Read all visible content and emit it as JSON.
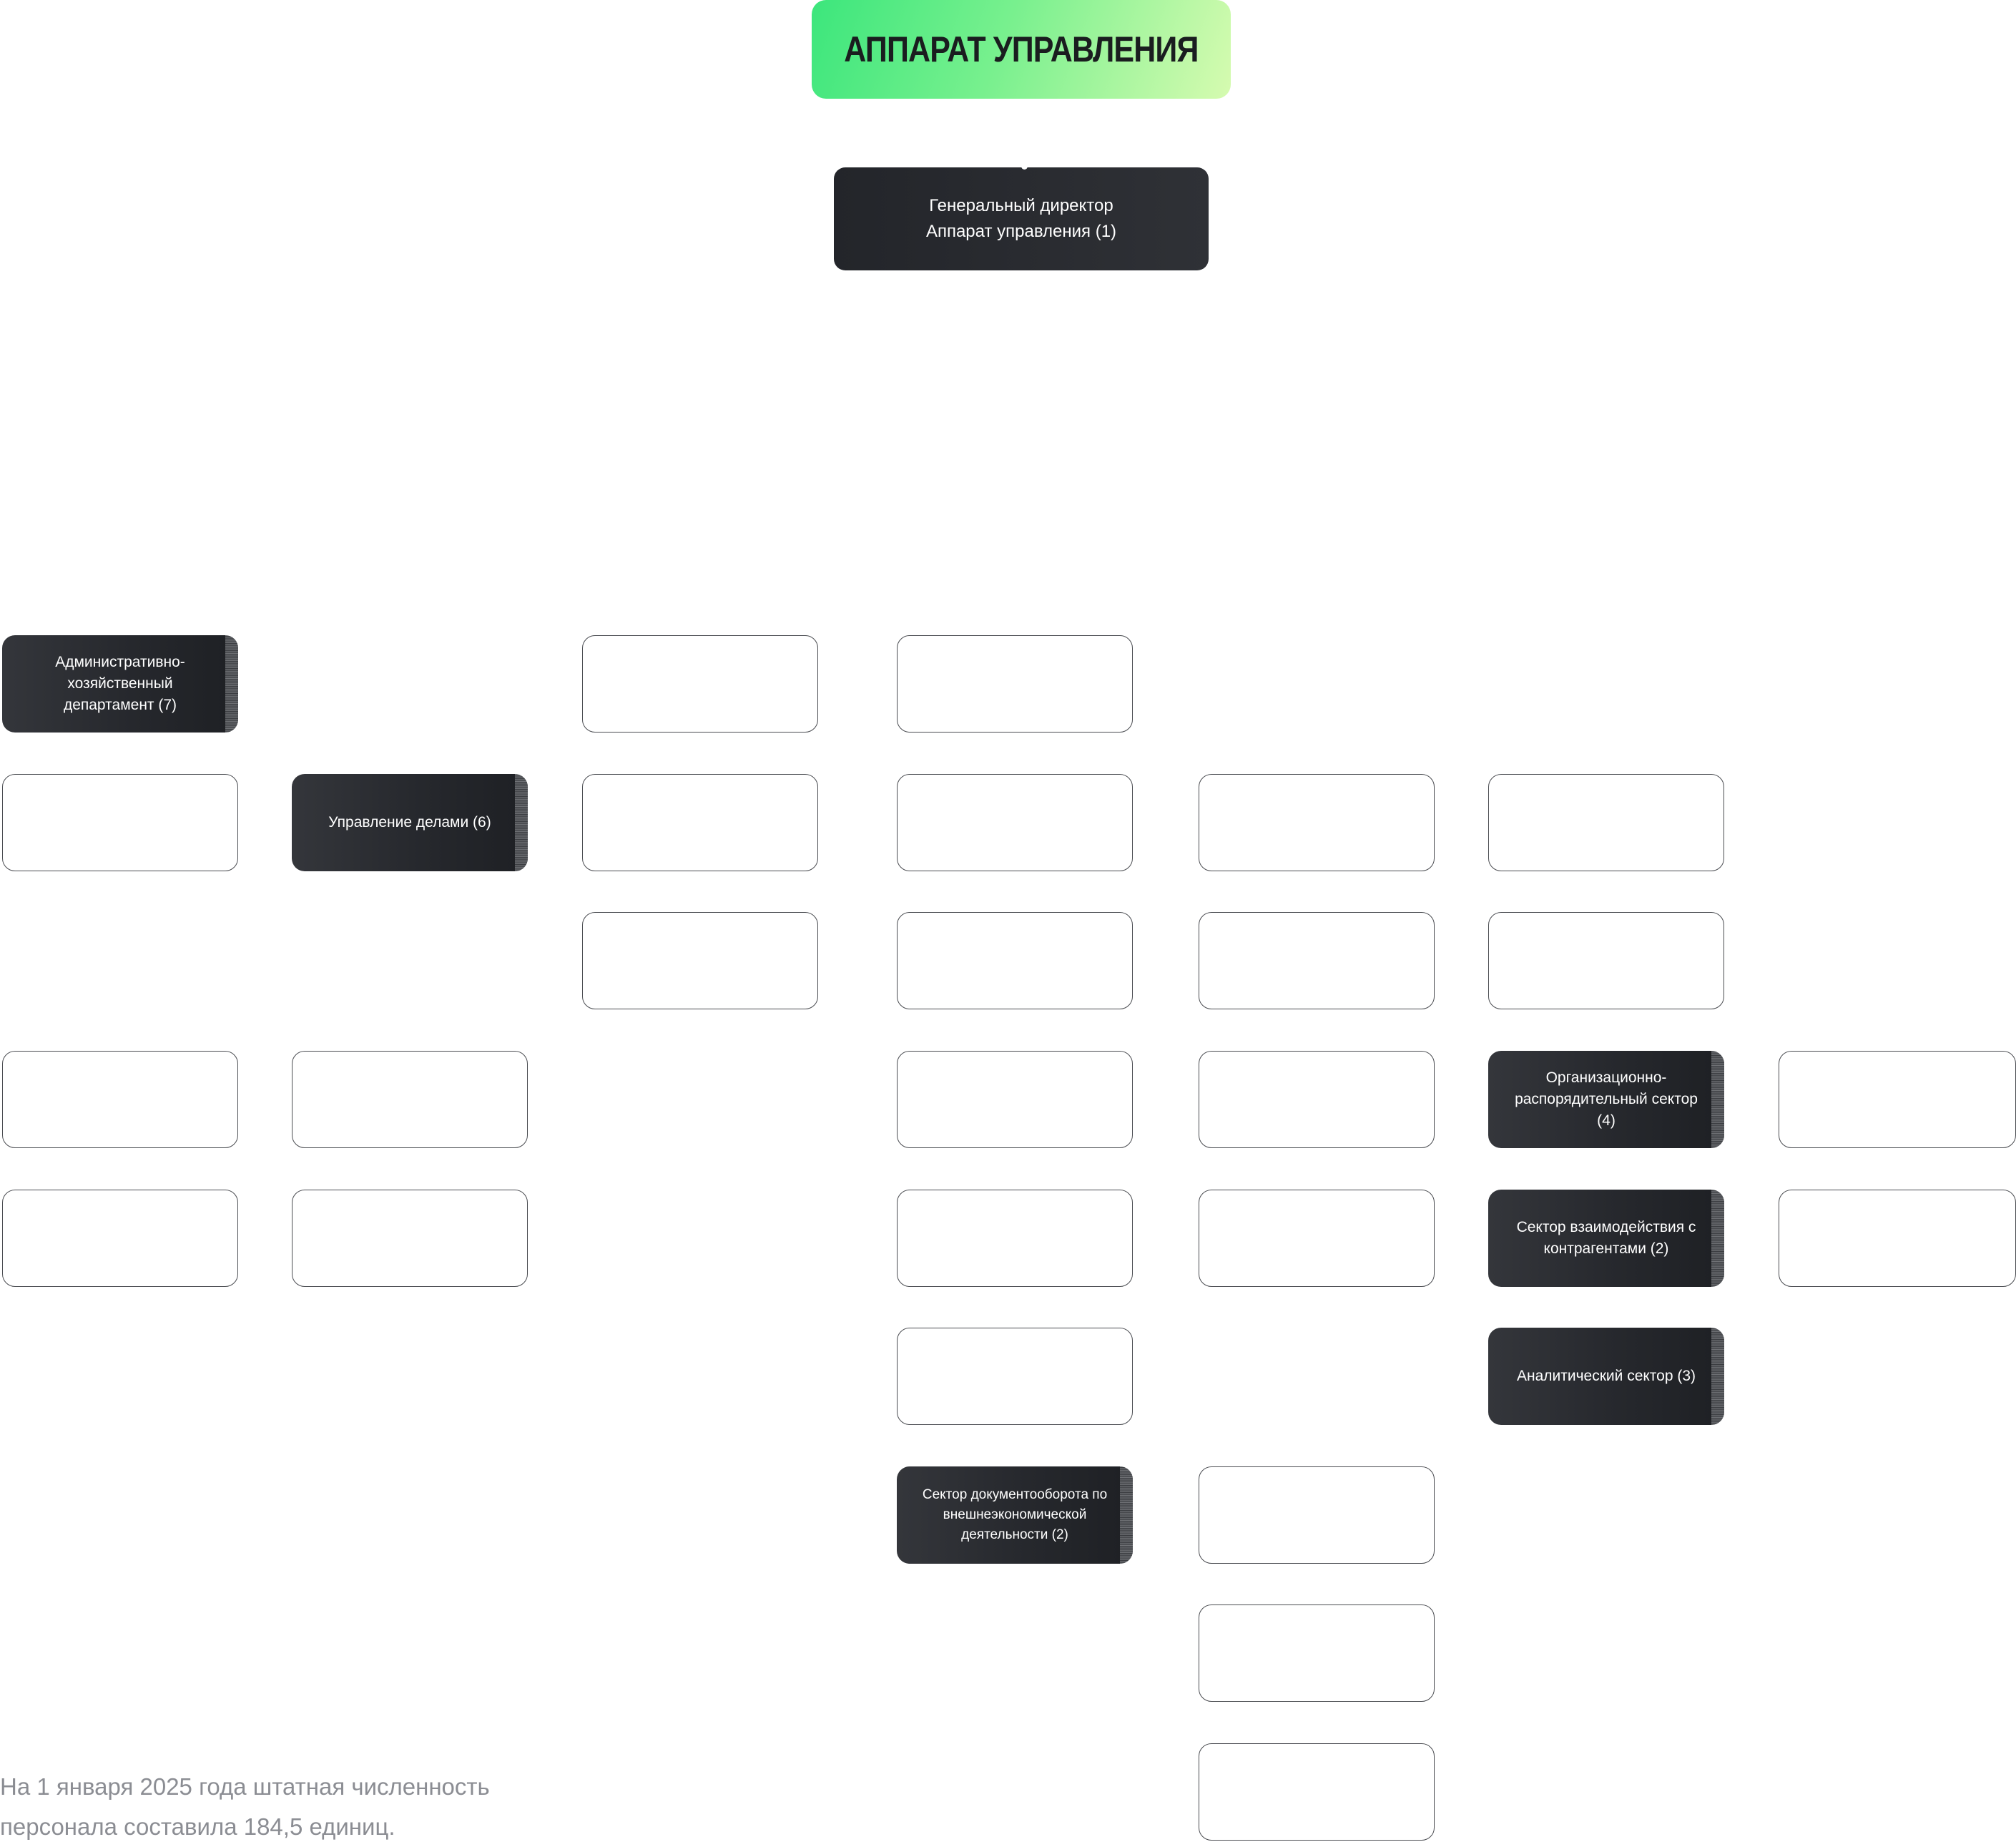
{
  "header": {
    "title": "АППАРАТ УПРАВЛЕНИЯ"
  },
  "colors": {
    "banner_gradient_start": "#3ce67c",
    "banner_gradient_end": "#d6fbb0",
    "dark_node": "#26282d",
    "empty_node_border": "#4a4c51",
    "footnote_text": "#8b8d93"
  },
  "director": {
    "line1": "Генеральный директор",
    "line2": "Аппарат управления (1)"
  },
  "units": {
    "admin_dept": "Административно-хозяйственный департамент (7)",
    "affairs": "Управление делами (6)",
    "org_sector": "Организационно-распорядительный сектор (4)",
    "counterparty_sector": "Сектор взаимодействия с контрагентами (2)",
    "analytics_sector": "Аналитический сектор (3)",
    "docflow_sector": "Сектор документооборота по внешнеэкономической деятельности (2)"
  },
  "footnote": {
    "line1": "На 1 января 2025 года штатная численность",
    "line2": "персонала составила 184,5 единиц."
  }
}
